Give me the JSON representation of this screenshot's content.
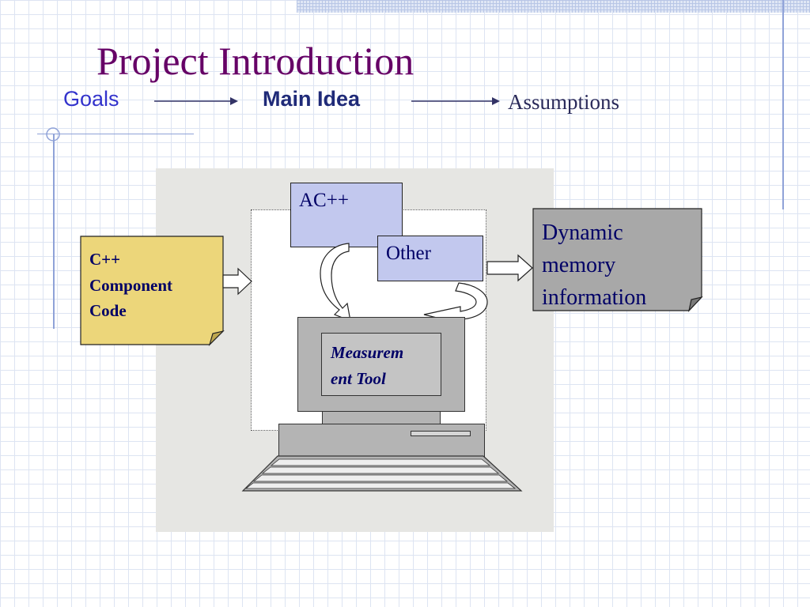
{
  "slide": {
    "title": "Project Introduction"
  },
  "nav": {
    "goals": "Goals",
    "main_idea": "Main Idea",
    "assumptions": "Assumptions"
  },
  "diagram": {
    "cpp_code": [
      "C++",
      "Component",
      "Code"
    ],
    "ac_box": "AC++",
    "other_box": "Other",
    "measurement_tool": [
      "Measurem",
      "ent Tool"
    ],
    "dynamic_memory": [
      "Dynamic",
      "memory",
      "information"
    ]
  },
  "colors": {
    "title": "#660066",
    "goals": "#3333cc",
    "main_idea": "#1f2a78",
    "tool_box": "#c2c8ee",
    "note_yellow": "#ecd67a",
    "note_gray": "#a8a8a8",
    "panel": "#e6e6e3"
  }
}
